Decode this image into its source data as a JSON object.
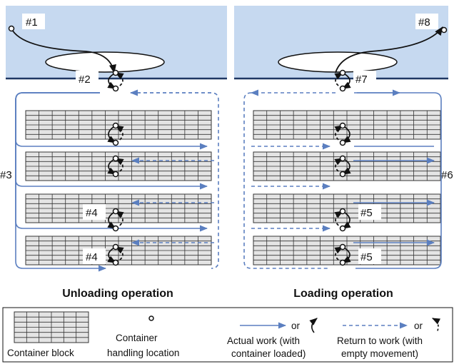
{
  "labels": {
    "step1": "#1",
    "step2": "#2",
    "step3": "#3",
    "step4a": "#4",
    "step4b": "#4",
    "step5a": "#5",
    "step5b": "#5",
    "step6": "#6",
    "step7": "#7",
    "step8": "#8"
  },
  "captions": {
    "unloading": "Unloading operation",
    "loading": "Loading operation"
  },
  "legend": {
    "block_label": "Container block",
    "location_line1": "Container",
    "location_line2": "handling location",
    "or1": "or",
    "actual_line1": "Actual work (with",
    "actual_line2": "container loaded)",
    "or2": "or",
    "return_line1": "Return to work (with",
    "return_line2": "empty movement)"
  },
  "colors": {
    "water": "#c6d9f0",
    "shoreline": "#1f3864",
    "route": "#5b7fc0",
    "block_fill": "#e4e4e4",
    "outline": "#333333"
  }
}
